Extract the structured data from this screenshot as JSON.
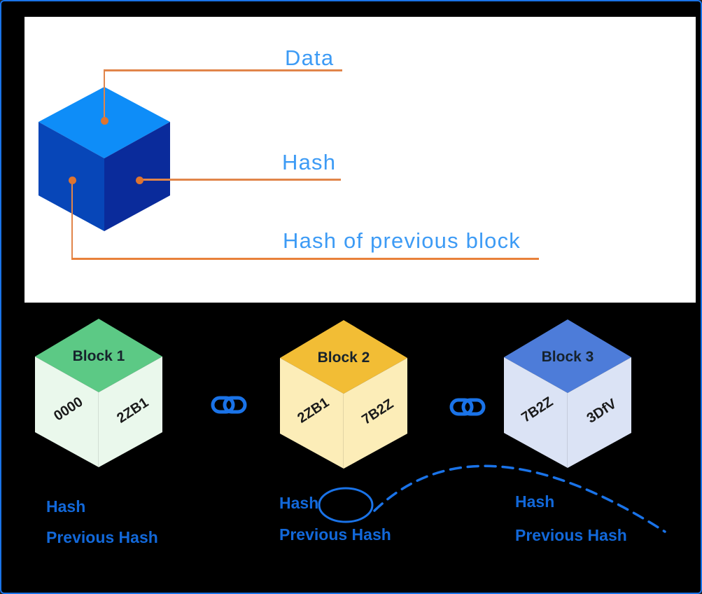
{
  "anatomy": {
    "labels": {
      "data": "Data",
      "hash": "Hash",
      "previous": "Hash of previous block"
    }
  },
  "chain": {
    "blocks": [
      {
        "title": "Block 1",
        "left_hash": "0000",
        "right_hash": "2ZB1",
        "hash_label": "Hash",
        "previous_hash_label": "Previous Hash",
        "top_color": "#5cc985",
        "side_color": "#eaf8ec"
      },
      {
        "title": "Block 2",
        "left_hash": "2ZB1",
        "right_hash": "7B2Z",
        "hash_label": "Hash",
        "previous_hash_label": "Previous Hash",
        "top_color": "#f2bd35",
        "side_color": "#fcedb8"
      },
      {
        "title": "Block 3",
        "left_hash": "7B2Z",
        "right_hash": "3DfV",
        "hash_label": "Hash",
        "previous_hash_label": "Previous Hash",
        "top_color": "#4d7cd9",
        "side_color": "#dbe3f5"
      }
    ]
  },
  "colors": {
    "accent_blue": "#1a73e8",
    "callout_text_blue": "#3d9bf5",
    "hash_label_blue": "#1268d9",
    "connector_orange": "#e1854a",
    "connector_dot_orange": "#de7430",
    "cube_top_blue": "#0e8df8",
    "cube_left_blue": "#0746b8",
    "cube_right_blue": "#0a2b9b",
    "background": "#000000",
    "panel_background": "#ffffff"
  }
}
